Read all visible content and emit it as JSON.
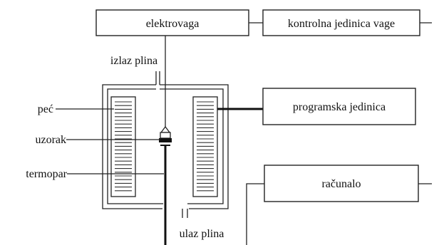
{
  "labels": {
    "elektrovaga": "elektrovaga",
    "kontrolna_jedinica": "kontrolna jedinica vage",
    "izlaz_plina": "izlaz plina",
    "pec": "peć",
    "uzorak": "uzorak",
    "termopar": "termopar",
    "programska_jedinica": "programska jedinica",
    "racunalo": "računalo",
    "ulaz_plina": "ulaz plina"
  }
}
